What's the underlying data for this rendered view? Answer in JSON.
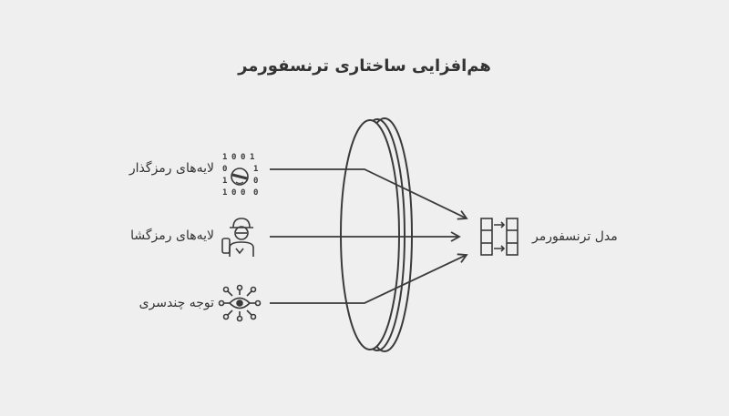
{
  "title": "هم‌افزایی ساختاری ترنسفورمر",
  "inputs": [
    {
      "label": "لایه‌های رمزگذار",
      "icon": "binary-code-icon"
    },
    {
      "label": "لایه‌های رمزگشا",
      "icon": "decoder-person-icon"
    },
    {
      "label": "توجه چندسری",
      "icon": "network-eye-icon"
    }
  ],
  "output": {
    "label": "مدل ترنسفورمر",
    "icon": "transformer-blocks-icon"
  },
  "lens": {
    "icon": "lens-icon"
  },
  "colors": {
    "background": "#efefef",
    "stroke": "#3a3a3a",
    "text": "#333333"
  }
}
